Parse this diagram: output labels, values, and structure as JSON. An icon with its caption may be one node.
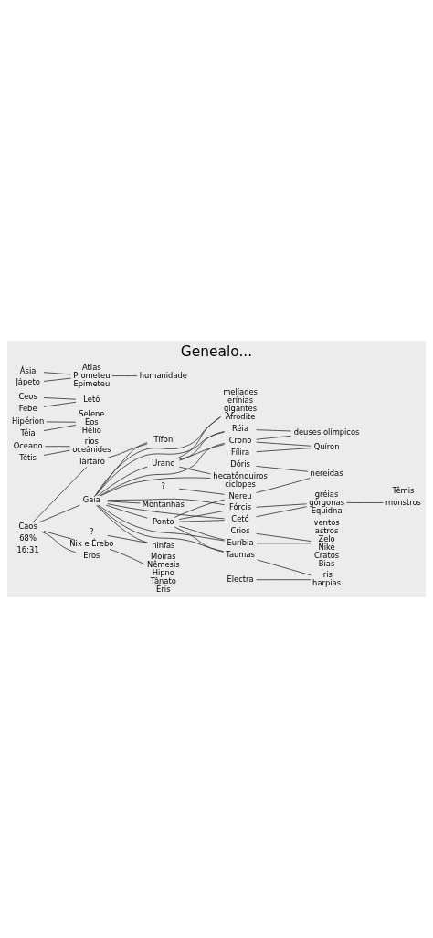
{
  "diagram": {
    "title": "Genealo...",
    "nodes": [
      {
        "text": [
          "Caos"
        ]
      },
      {
        "text": [
          "Nix e Érebo"
        ]
      },
      {
        "text": [
          "Eros"
        ]
      },
      {
        "text": [
          "Tártaro"
        ]
      },
      {
        "text": [
          "Gaia"
        ]
      },
      {
        "text": [
          "ninfas"
        ]
      },
      {
        "text": [
          "?"
        ]
      },
      {
        "text": [
          "Moiras",
          "Nêmesis",
          "Hipno",
          "Tânato",
          "Éris"
        ]
      },
      {
        "text": [
          "Montanhas"
        ]
      },
      {
        "text": [
          "Urano"
        ]
      },
      {
        "text": [
          "Ponto"
        ]
      },
      {
        "text": [
          "Tífon"
        ]
      },
      {
        "text": [
          "?"
        ]
      },
      {
        "text": [
          "Nereu"
        ]
      },
      {
        "text": [
          "Dóris"
        ]
      },
      {
        "text": [
          "nereidas"
        ]
      },
      {
        "text": [
          "Fílira"
        ]
      },
      {
        "text": [
          "Crono"
        ]
      },
      {
        "text": [
          "Réia"
        ]
      },
      {
        "text": [
          "hecatônquiros",
          "ciclopes"
        ]
      },
      {
        "text": [
          "melíades",
          "erínias",
          "gigantes",
          "Afrodite"
        ]
      },
      {
        "text": [
          "Oceano"
        ]
      },
      {
        "text": [
          "Tétis"
        ]
      },
      {
        "text": [
          "Quíron"
        ]
      },
      {
        "text": [
          "Hipérion"
        ]
      },
      {
        "text": [
          "Téia"
        ]
      },
      {
        "text": [
          "Ceos"
        ]
      },
      {
        "text": [
          "Febe"
        ]
      },
      {
        "text": [
          "Ásia"
        ]
      },
      {
        "text": [
          "Jápeto"
        ]
      },
      {
        "text": [
          "Têmis"
        ]
      },
      {
        "text": [
          "Crios"
        ]
      },
      {
        "text": [
          "Euríbia"
        ]
      },
      {
        "text": [
          "Fórcis"
        ]
      },
      {
        "text": [
          "Cetó"
        ]
      },
      {
        "text": [
          "Taumas"
        ]
      },
      {
        "text": [
          "Letó"
        ]
      },
      {
        "text": [
          "Atlas",
          "Prometeu",
          "Epimeteu"
        ]
      },
      {
        "text": [
          "deuses olímpicos"
        ]
      },
      {
        "text": [
          "rios",
          "oceânides"
        ]
      },
      {
        "text": [
          "ventos",
          "astros",
          "Zelo",
          "Niké",
          "Cratos",
          "Bias"
        ]
      },
      {
        "text": [
          "gréias",
          "górgonas",
          "Equidna"
        ]
      },
      {
        "text": [
          "Electra"
        ]
      },
      {
        "text": [
          "Íris",
          "harpias"
        ]
      },
      {
        "text": [
          "Selene",
          "Eos",
          "Hélio"
        ]
      },
      {
        "text": [
          "monstros"
        ]
      },
      {
        "text": [
          "humanidade"
        ]
      }
    ],
    "edges": [
      {
        "from": 0,
        "to": 1,
        "arrow": "none"
      },
      {
        "from": 0,
        "to": 2,
        "arrow": "none"
      },
      {
        "from": 0,
        "to": 3,
        "arrow": "none"
      },
      {
        "from": 0,
        "to": 4,
        "arrow": "none"
      },
      {
        "from": 1,
        "to": 7,
        "arrow": "none"
      },
      {
        "from": 3,
        "to": 11,
        "arrow": "none"
      },
      {
        "from": 4,
        "to": 11,
        "arrow": "none"
      },
      {
        "from": 4,
        "to": 5,
        "arrow": "none"
      },
      {
        "from": 6,
        "to": 5,
        "arrow": "none"
      },
      {
        "from": 4,
        "to": 8,
        "arrow": "none"
      },
      {
        "from": 4,
        "to": 9,
        "arrow": "none"
      },
      {
        "from": 4,
        "to": 10,
        "arrow": "none"
      },
      {
        "from": 9,
        "to": 17,
        "arrow": "none"
      },
      {
        "from": 9,
        "to": 18,
        "arrow": "none"
      },
      {
        "from": 9,
        "to": 19,
        "arrow": "none"
      },
      {
        "from": 9,
        "to": 20,
        "arrow": "none"
      },
      {
        "from": 4,
        "to": 17,
        "arrow": "none"
      },
      {
        "from": 4,
        "to": 18,
        "arrow": "none"
      },
      {
        "from": 4,
        "to": 19,
        "arrow": "none"
      },
      {
        "from": 4,
        "to": 20,
        "arrow": "none"
      },
      {
        "from": 10,
        "to": 32,
        "arrow": "none"
      },
      {
        "from": 10,
        "to": 33,
        "arrow": "none"
      },
      {
        "from": 10,
        "to": 34,
        "arrow": "none"
      },
      {
        "from": 10,
        "to": 35,
        "arrow": "none"
      },
      {
        "from": 4,
        "to": 32,
        "arrow": "none"
      },
      {
        "from": 4,
        "to": 33,
        "arrow": "none"
      },
      {
        "from": 4,
        "to": 34,
        "arrow": "none"
      },
      {
        "from": 4,
        "to": 35,
        "arrow": "none"
      },
      {
        "from": 10,
        "to": 13,
        "arrow": "none"
      },
      {
        "from": 12,
        "to": 13,
        "arrow": "none"
      },
      {
        "from": 13,
        "to": 15,
        "arrow": "none"
      },
      {
        "from": 14,
        "to": 15,
        "arrow": "none"
      },
      {
        "from": 16,
        "to": 23,
        "arrow": "none"
      },
      {
        "from": 17,
        "to": 23,
        "arrow": "none"
      },
      {
        "from": 17,
        "to": 38,
        "arrow": "none"
      },
      {
        "from": 18,
        "to": 38,
        "arrow": "none"
      },
      {
        "from": 21,
        "to": 39,
        "arrow": "none"
      },
      {
        "from": 22,
        "to": 39,
        "arrow": "none"
      },
      {
        "from": 24,
        "to": 44,
        "arrow": "none"
      },
      {
        "from": 25,
        "to": 44,
        "arrow": "none"
      },
      {
        "from": 26,
        "to": 36,
        "arrow": "none"
      },
      {
        "from": 27,
        "to": 36,
        "arrow": "none"
      },
      {
        "from": 28,
        "to": 37,
        "arrow": "none"
      },
      {
        "from": 29,
        "to": 37,
        "arrow": "none"
      },
      {
        "from": 37,
        "to": 46,
        "arrow": "none"
      },
      {
        "from": 31,
        "to": 40,
        "arrow": "none"
      },
      {
        "from": 32,
        "to": 40,
        "arrow": "none"
      },
      {
        "from": 33,
        "to": 41,
        "arrow": "none"
      },
      {
        "from": 34,
        "to": 41,
        "arrow": "none"
      },
      {
        "from": 41,
        "to": 45,
        "arrow": "none"
      },
      {
        "from": 35,
        "to": 43,
        "arrow": "none"
      },
      {
        "from": 42,
        "to": 43,
        "arrow": "none"
      }
    ],
    "labels": [
      "16:31",
      "68%"
    ]
  }
}
